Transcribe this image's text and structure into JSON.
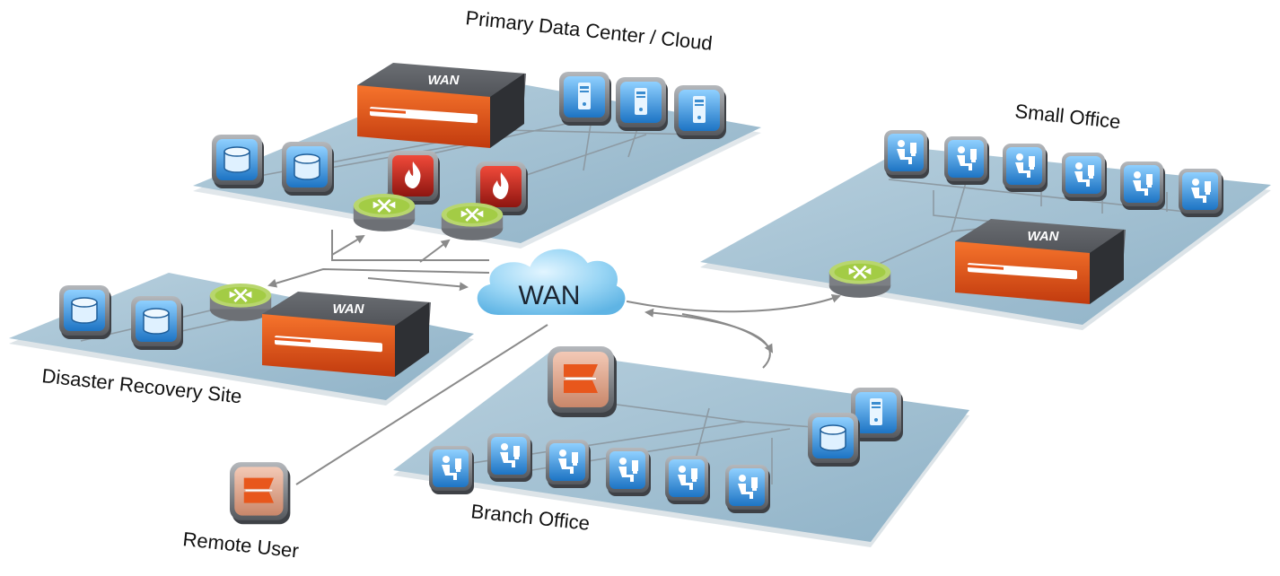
{
  "sites": {
    "primary": "Primary Data Center / Cloud",
    "small": "Small Office",
    "dr": "Disaster Recovery Site",
    "branch": "Branch Office",
    "remote": "Remote User"
  },
  "wan_cloud_label": "WAN",
  "appliance_label": "WAN",
  "icons": {
    "server": "server-icon",
    "storage": "storage-icon",
    "firewall": "firewall-icon",
    "router": "router-icon",
    "workstation": "workstation-icon",
    "client": "wan-client-icon",
    "appliance": "wan-appliance-icon"
  },
  "colors": {
    "platform_top": "#9fc0d3",
    "platform_edge": "#cfd8de",
    "icon_blue": "#2f8fd6",
    "firewall_red": "#c7231b",
    "router_green": "#9ccf3c",
    "appliance_orange": "#e8571c",
    "appliance_body": "#4f5257",
    "cloud_blue": "#7ec8ee",
    "link_gray": "#8a8a8a"
  }
}
